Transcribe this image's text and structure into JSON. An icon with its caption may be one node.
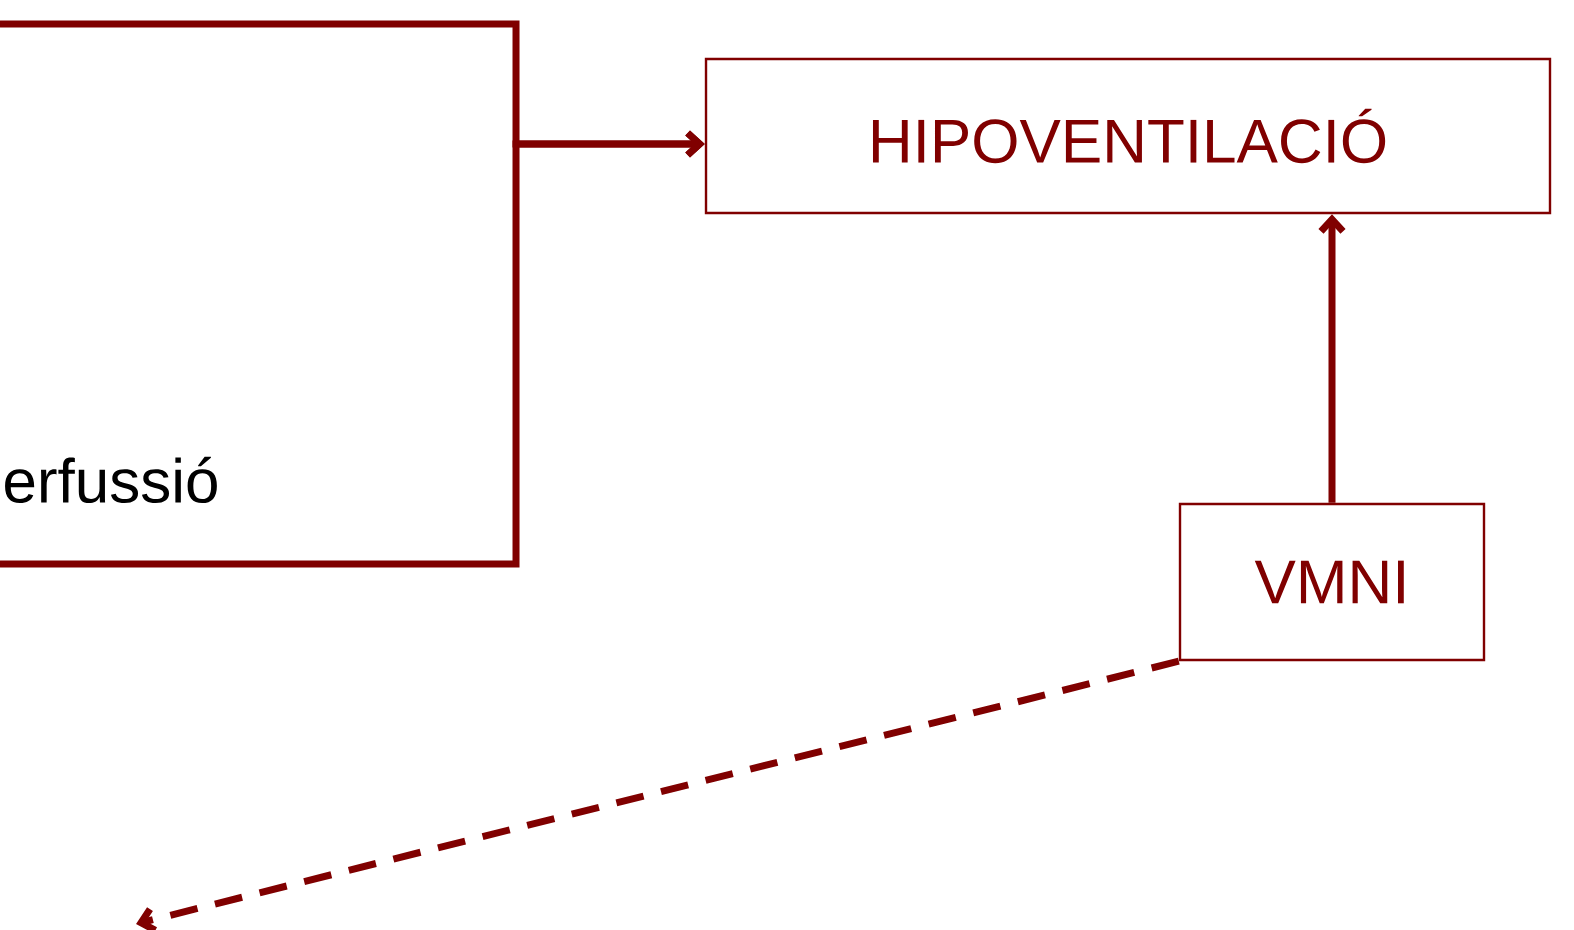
{
  "diagram": {
    "nodes": [
      {
        "text": [
          "HIPOVENTILACIÓ"
        ]
      },
      {
        "text": [
          "VMNI"
        ]
      }
    ],
    "edges": [
      {
        "from": null,
        "to": 0,
        "arrow": "to"
      },
      {
        "from": null,
        "to": 0,
        "arrow": "to"
      },
      {
        "from": 1,
        "to": 0,
        "arrow": "to"
      },
      {
        "from": 1,
        "to": null,
        "arrow": "to",
        "style": "dashed"
      }
    ],
    "labels": [
      "erfussió"
    ]
  }
}
